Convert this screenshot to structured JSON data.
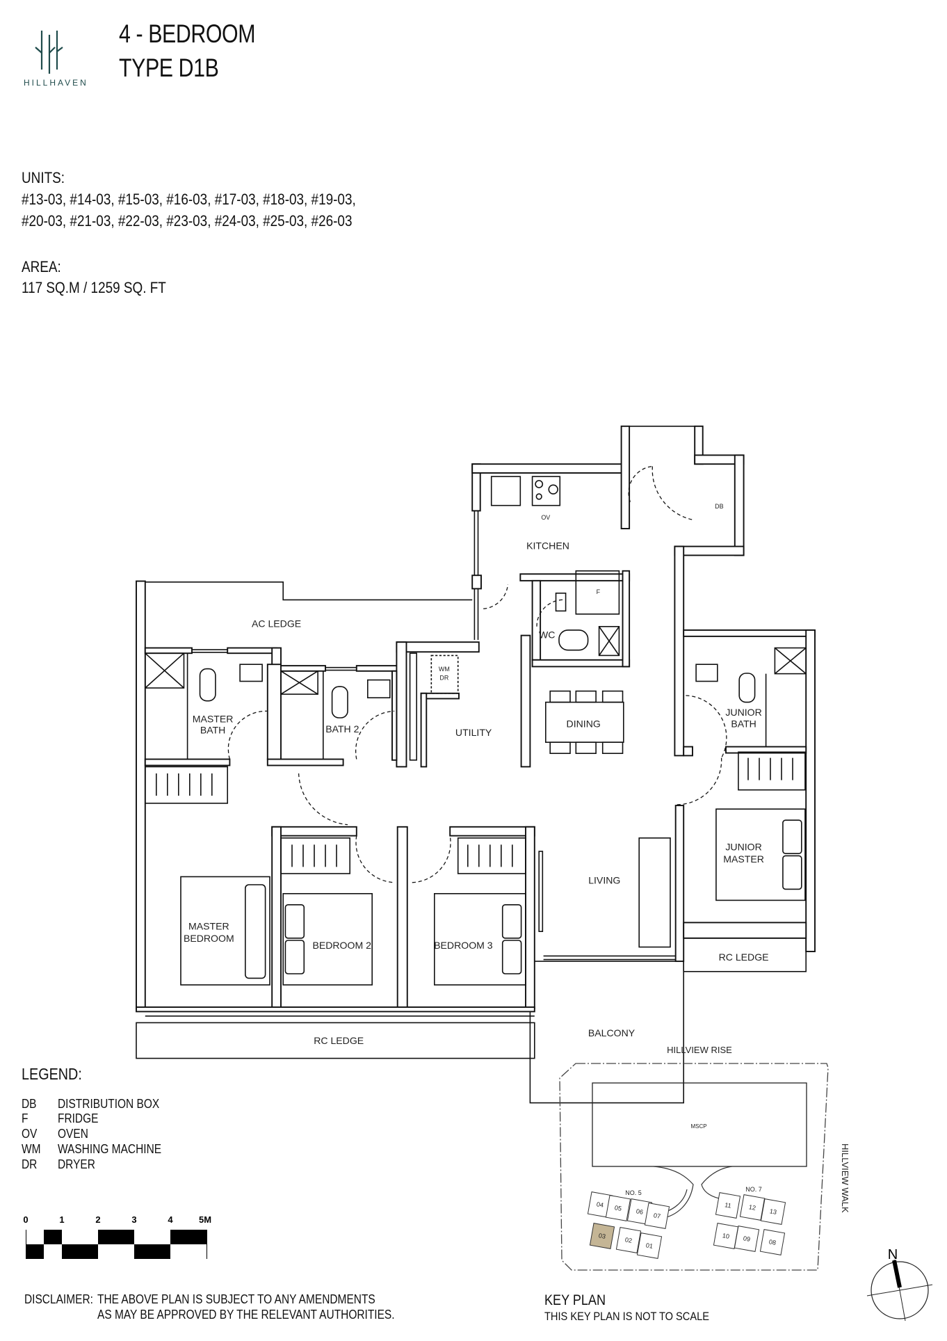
{
  "brand": {
    "name": "HILLHAVEN",
    "color": "#1f4b4b"
  },
  "header": {
    "line1": "4 - BEDROOM",
    "line2": "TYPE D1B"
  },
  "units": {
    "label": "UNITS:",
    "line1": "#13-03, #14-03, #15-03, #16-03, #17-03, #18-03, #19-03,",
    "line2": "#20-03, #21-03, #22-03, #23-03, #24-03, #25-03, #26-03"
  },
  "area": {
    "label": "AREA:",
    "value": "117 SQ.M / 1259 SQ. FT"
  },
  "plan": {
    "rooms": {
      "kitchen": "KITCHEN",
      "ac_ledge": "AC LEDGE",
      "master_bath_1": "MASTER",
      "master_bath_2": "BATH",
      "bath2": "BATH 2",
      "utility": "UTILITY",
      "dining": "DINING",
      "wc": "WC",
      "junior_bath_1": "JUNIOR",
      "junior_bath_2": "BATH",
      "junior_master_1": "JUNIOR",
      "junior_master_2": "MASTER",
      "living": "LIVING",
      "master_bedroom_1": "MASTER",
      "master_bedroom_2": "BEDROOM",
      "bedroom2": "BEDROOM 2",
      "bedroom3": "BEDROOM 3",
      "rc_ledge_right": "RC LEDGE",
      "balcony": "BALCONY",
      "rc_ledge_bottom": "RC LEDGE"
    },
    "fixtures": {
      "db": "DB",
      "ov": "OV",
      "f": "F",
      "wm": "WM",
      "dr": "DR"
    }
  },
  "legend": {
    "title": "LEGEND:",
    "items": [
      {
        "code": "DB",
        "desc": "DISTRIBUTION BOX"
      },
      {
        "code": "F",
        "desc": "FRIDGE"
      },
      {
        "code": "OV",
        "desc": "OVEN"
      },
      {
        "code": "WM",
        "desc": "WASHING MACHINE"
      },
      {
        "code": "DR",
        "desc": "DRYER"
      }
    ]
  },
  "scale_bar": {
    "ticks": [
      "0",
      "1",
      "2",
      "3",
      "4",
      "5M"
    ]
  },
  "disclaimer": {
    "label": "DISCLAIMER:",
    "line1": "THE ABOVE PLAN IS SUBJECT TO ANY AMENDMENTS",
    "line2": "AS MAY BE APPROVED BY THE RELEVANT AUTHORITIES."
  },
  "key_plan": {
    "road_top": "HILLVIEW RISE",
    "road_right": "HILLVIEW WALK",
    "mscp": "MSCP",
    "block_a": "NO. 5",
    "block_b": "NO. 7",
    "stacks": [
      "04",
      "05",
      "06",
      "07",
      "03",
      "02",
      "01",
      "11",
      "12",
      "13",
      "10",
      "09",
      "08"
    ],
    "highlighted_stack": "03",
    "highlight_color": "#c4b595",
    "title": "KEY PLAN",
    "note": "THIS KEY PLAN IS NOT TO SCALE",
    "north": "N"
  }
}
